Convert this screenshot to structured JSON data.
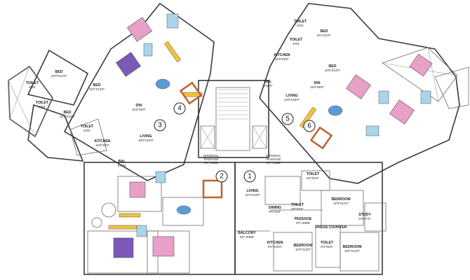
{
  "units": [
    {
      "number": "1"
    },
    {
      "number": "2"
    },
    {
      "number": "3"
    },
    {
      "number": "4"
    },
    {
      "number": "5"
    },
    {
      "number": "6"
    }
  ],
  "rooms": [
    {
      "id": "bed-a",
      "name": "BED",
      "size": "10'0\"X12'0\""
    },
    {
      "id": "toilet-a",
      "name": "TOILET",
      "size": "5'X8'"
    },
    {
      "id": "toilet-b",
      "name": "TOILET",
      "size": "8'X5'"
    },
    {
      "id": "bed-b",
      "name": "BED",
      "size": "12'0\"X10'0\""
    },
    {
      "id": "bed-c",
      "name": "BED",
      "size": "10'0\"X12'0\""
    },
    {
      "id": "toilet-c",
      "name": "TOILET",
      "size": "8'X5'"
    },
    {
      "id": "kitchen-a",
      "name": "KITCHEN",
      "size": "10'0\"X8'0\""
    },
    {
      "id": "din-a",
      "name": "DIN",
      "size": "15'0\"X8'0\""
    },
    {
      "id": "living-a",
      "name": "LIVING",
      "size": "18'0\"X10'0\""
    },
    {
      "id": "bal-a",
      "name": "BAL",
      "size": "6'X10'"
    },
    {
      "id": "toilet-d",
      "name": "TOILET",
      "size": "8'X5'"
    },
    {
      "id": "toilet-e",
      "name": "TOILET",
      "size": "8'X5'"
    },
    {
      "id": "bed-d",
      "name": "BED",
      "size": "8'0\"X12'0\""
    },
    {
      "id": "kitchen-b",
      "name": "KITCHEN",
      "size": "10'0\"X8'0\""
    },
    {
      "id": "bed-e",
      "name": "BED",
      "size": "10'0\"X13'0\""
    },
    {
      "id": "bal-b",
      "name": "BAL",
      "size": "5'X8'0\""
    },
    {
      "id": "din-b",
      "name": "DIN",
      "size": "15'0\"X8'0\""
    },
    {
      "id": "living-b",
      "name": "LIVING",
      "size": "13'0\"X18'0\""
    },
    {
      "id": "living-c",
      "name": "LIVING",
      "size": "11'0\"X18'0\""
    },
    {
      "id": "toilet-f",
      "name": "TOILET",
      "size": "8'0\"X5'0\""
    },
    {
      "id": "bedroom-a",
      "name": "BEDROOM",
      "size": "12'0\"X12'0\""
    },
    {
      "id": "dining",
      "name": "DINING",
      "size": "9'0\"X8'0\""
    },
    {
      "id": "toilet-g",
      "name": "TOILET",
      "size": "8'0\"X5'0\""
    },
    {
      "id": "study",
      "name": "STUDY",
      "size": "6'0\"X7'0\""
    },
    {
      "id": "passage",
      "name": "PASSAGE",
      "size": "3'0\" WIDE"
    },
    {
      "id": "press-counter",
      "name": "PRESS COUNTER",
      "size": ""
    },
    {
      "id": "balcony",
      "name": "BALCONY",
      "size": "5'0\" WIDE"
    },
    {
      "id": "kitchen-c",
      "name": "KITCHEN",
      "size": "8'0\"X10'0\""
    },
    {
      "id": "bedroom-b",
      "name": "BEDROOM",
      "size": "10'0\"X13'0\""
    },
    {
      "id": "toilet-h",
      "name": "TOILET",
      "size": "8'0\"X5'0\""
    },
    {
      "id": "bedroom-c",
      "name": "BEDROOM",
      "size": "10'0\"X13'0\""
    }
  ],
  "passages": [
    {
      "id": "passage-left",
      "line1": "INTERNAL",
      "line2": "PASSAGE",
      "line3": "5'0\" WIDE"
    },
    {
      "id": "passage-right",
      "line1": "INTERNAL",
      "line2": "PASSAGE",
      "line3": "5'0\" WIDE"
    }
  ],
  "colors": {
    "sofa": "#c0602e",
    "table": "#5b9bd5",
    "bed_pink": "#e8a0c8",
    "bed_purple": "#7a5ab4",
    "tile": "#a9d4ea",
    "counter": "#f2c23a",
    "wall": "#3a3a3a"
  }
}
